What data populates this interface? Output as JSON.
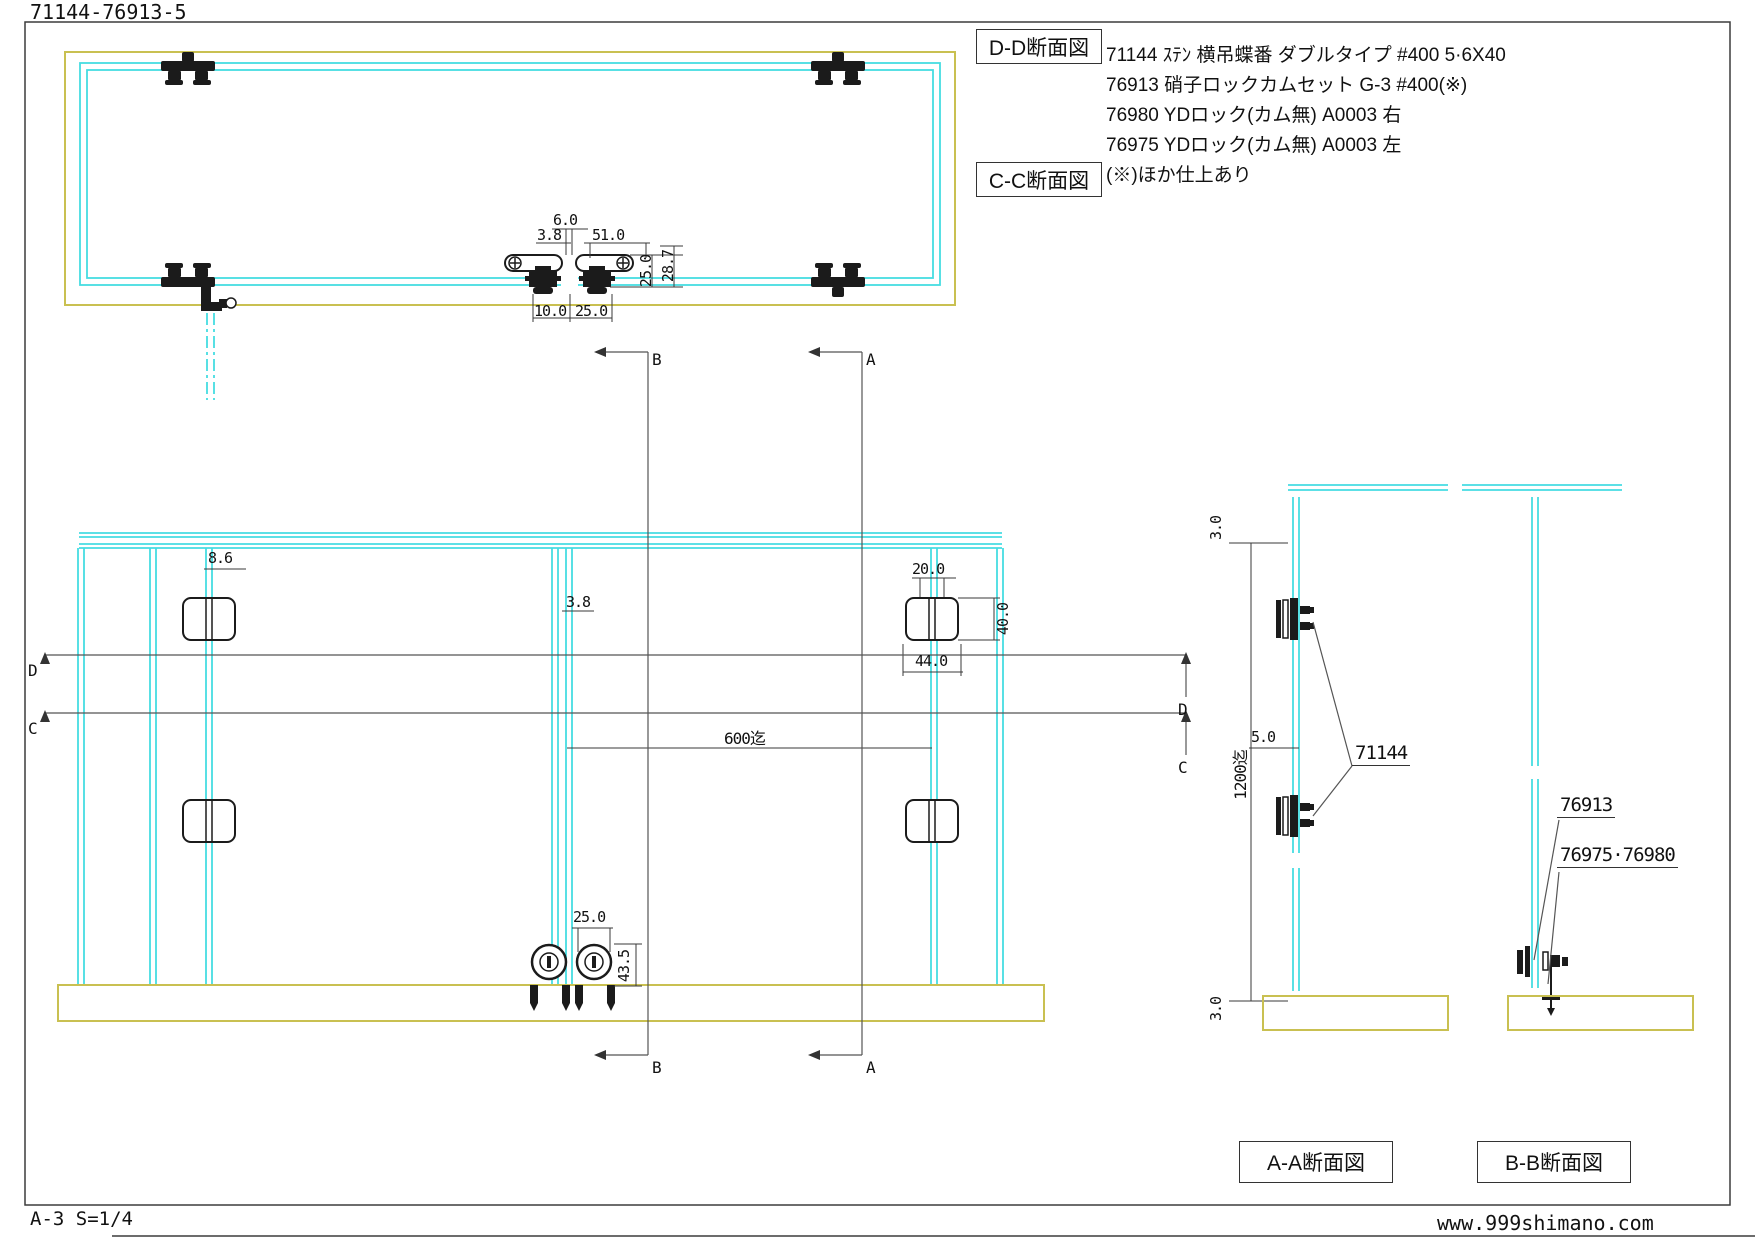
{
  "title": "71144-76913-5",
  "boxes": {
    "dd": "D-D断面図",
    "cc": "C-C断面図",
    "aa": "A-A断面図",
    "bb": "B-B断面図"
  },
  "parts": [
    "71144 ｽﾃﾝ 横吊蝶番 ダブルタイプ #400 5·6X40",
    "76913 硝子ロックカムセット G-3 #400(※)",
    "76980 YDロック(カム無) A0003 右",
    "76975 YDロック(カム無) A0003 左",
    "(※)ほか仕上あり"
  ],
  "callouts": {
    "hinge": "71144",
    "glass_lock": "76913",
    "yd_lock": "76975·76980"
  },
  "markers": {
    "a": "A",
    "b": "B",
    "c": "C",
    "d": "D"
  },
  "dims": {
    "plan_gap": "6.0",
    "plan_glass": "3.8",
    "plan_lever": "51.0",
    "plan_v_offset": "25.0",
    "plan_v_total": "28.7",
    "plan_edge": "10.0",
    "plan_pitch": "25.0",
    "front_stile": "8.6",
    "front_hinge_inset": "20.0",
    "front_hinge_height": "40.0",
    "front_hinge_width": "44.0",
    "front_glass": "3.8",
    "front_door_width": "600迄",
    "front_lock_offset": "25.0",
    "front_lock_height": "43.5",
    "aa_top_clear": "3.0",
    "aa_glass_edge": "5.0",
    "aa_height": "1200迄",
    "aa_bottom_clear": "3.0"
  },
  "footer": {
    "sheet": "A-3 S=1/4",
    "website": "www.999shimano.com"
  },
  "colors": {
    "glass_line": "#45dce2",
    "frame_line": "#c9c051",
    "hardware": "#1b1b1b"
  }
}
